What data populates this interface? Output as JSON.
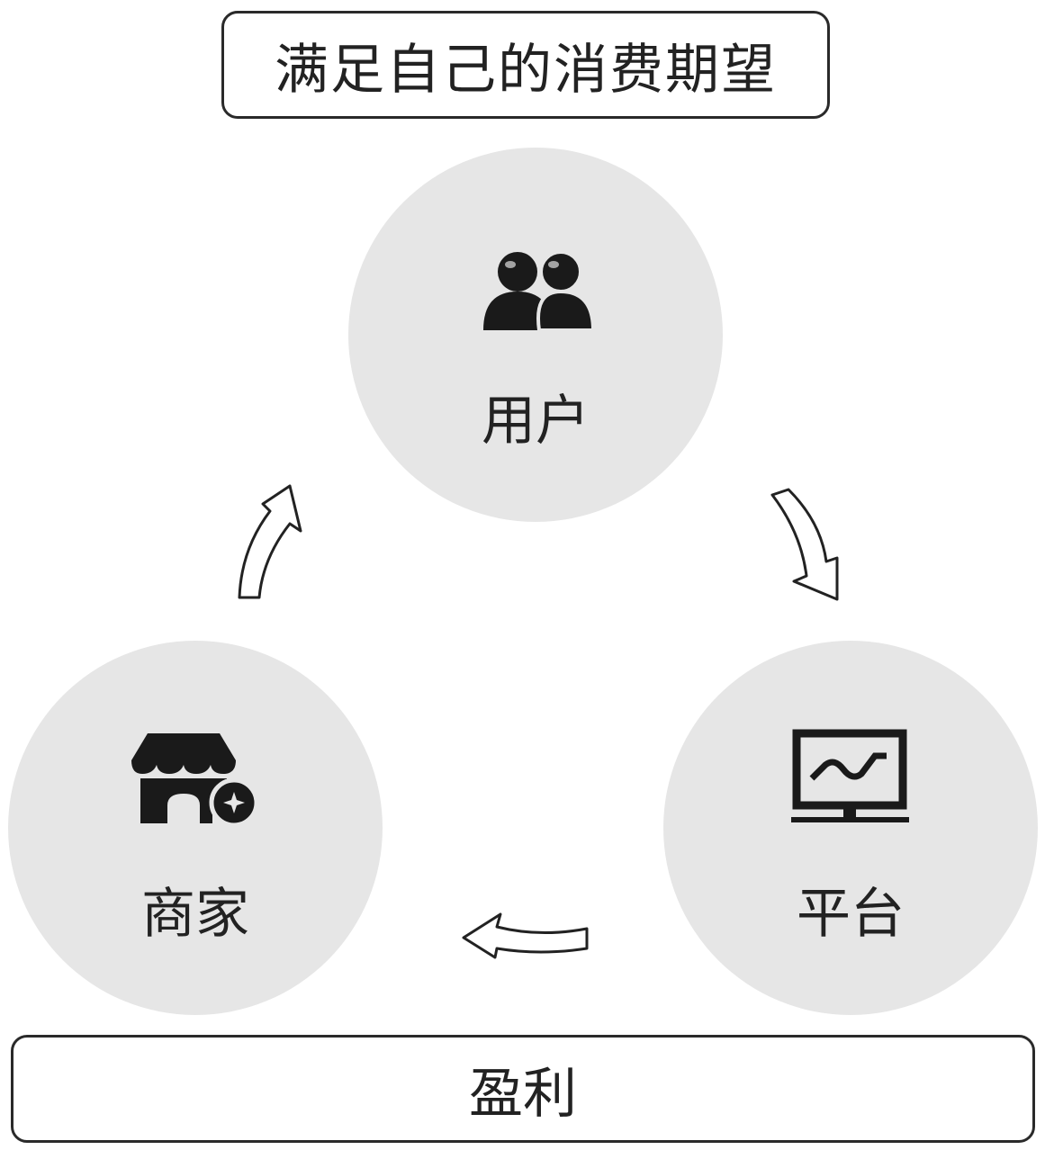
{
  "title": "满足自己的消费期望",
  "nodes": {
    "user": {
      "label": "用户",
      "icon": "users-icon"
    },
    "merchant": {
      "label": "商家",
      "icon": "store-icon"
    },
    "platform": {
      "label": "平台",
      "icon": "monitor-chart-icon"
    }
  },
  "footer": "盈利",
  "colors": {
    "circle": "#e6e6e6",
    "ink": "#222222"
  }
}
